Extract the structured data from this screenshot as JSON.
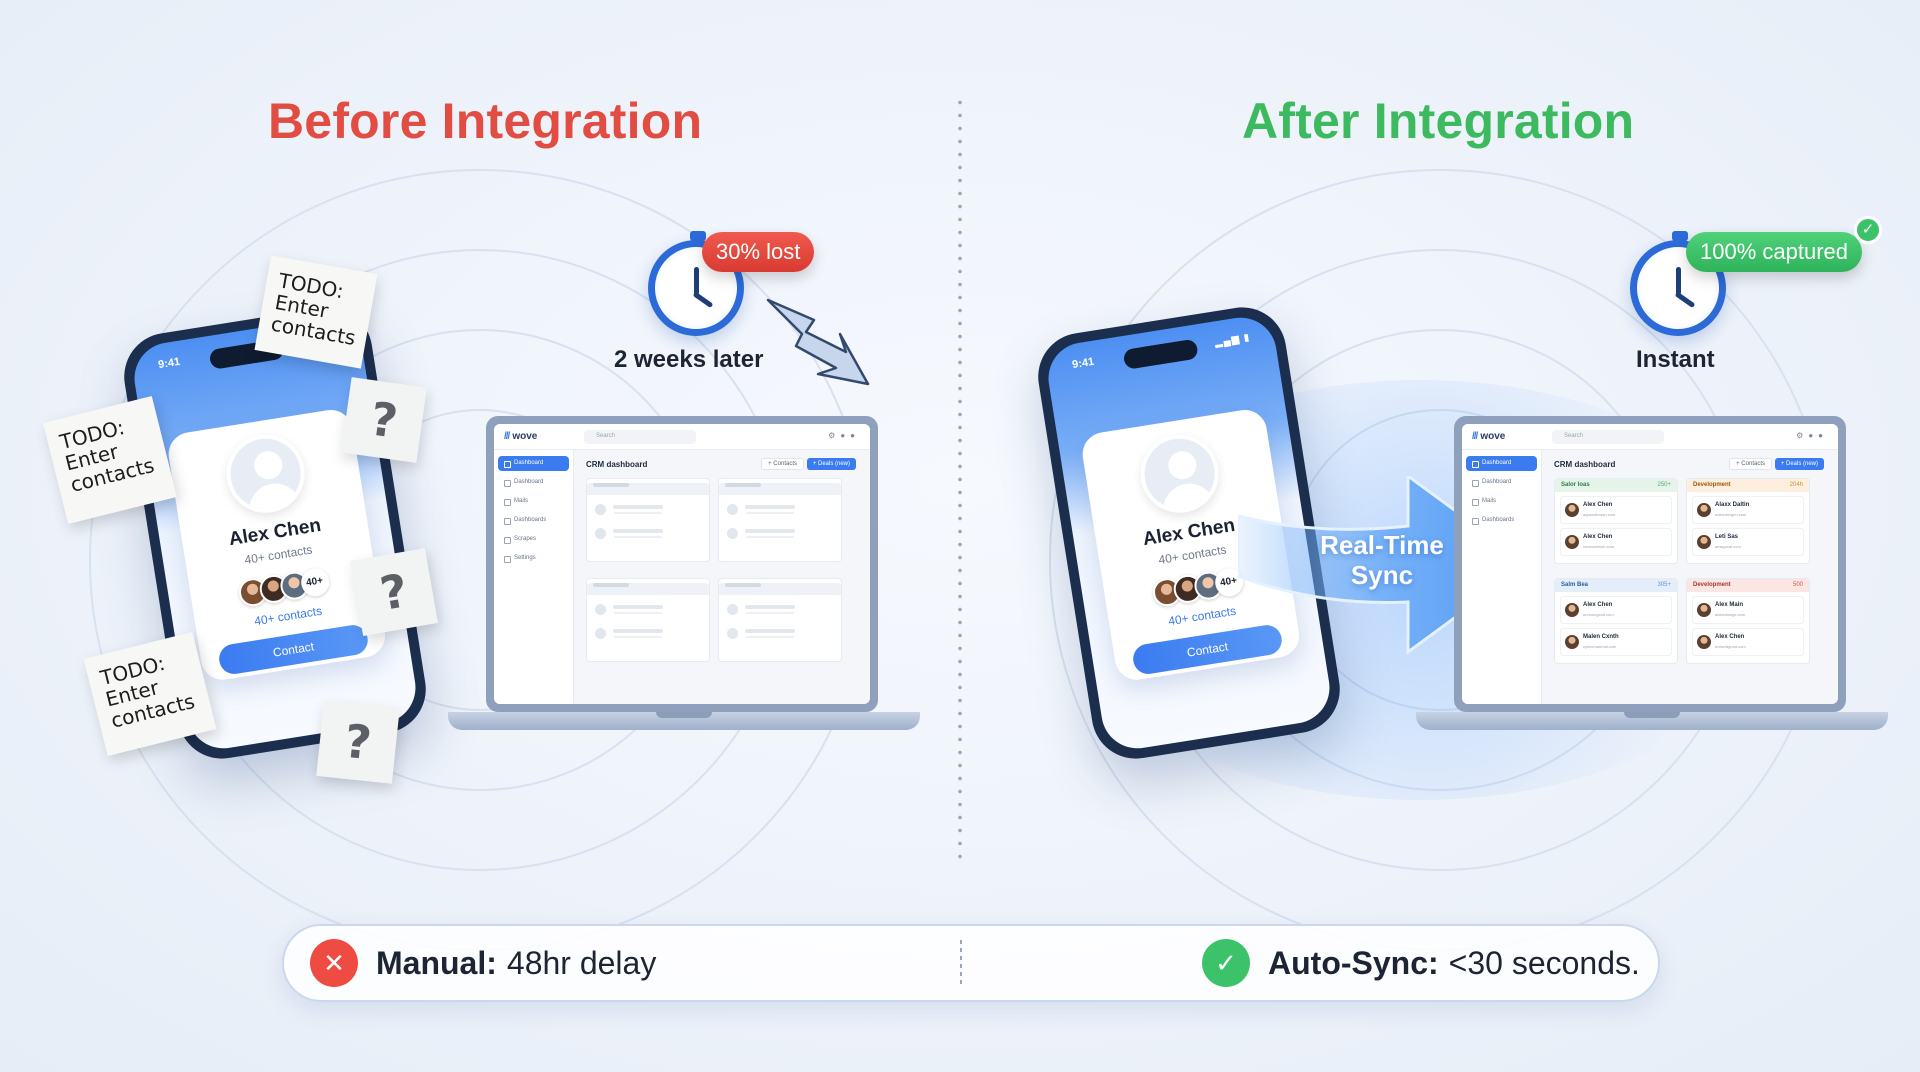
{
  "colors": {
    "before": "#e24d43",
    "after": "#3dba5f",
    "accent": "#3a7bf0"
  },
  "before": {
    "title": "Before Integration",
    "badge": "30% lost",
    "caption": "2 weeks later",
    "notes": [
      {
        "line1": "TODO:",
        "line2": "Enter",
        "line3": "contacts"
      },
      {
        "line1": "TODO:",
        "line2": "Enter",
        "line3": "contacts"
      },
      {
        "line1": "TODO:",
        "line2": "Enter",
        "line3": "contacts"
      }
    ],
    "question_mark": "?"
  },
  "after": {
    "title": "After Integration",
    "badge": "100% captured",
    "caption": "Instant",
    "sync_label_line1": "Real-Time",
    "sync_label_line2": "Sync"
  },
  "phone": {
    "time": "9:41",
    "name": "Alex Chen",
    "subtitle": "40+ contacts",
    "avatar_count": "40+",
    "link": "40+ contacts",
    "button": "Contact"
  },
  "crm": {
    "logo": "wove",
    "search_placeholder": "Search",
    "sidebar": [
      "Dashboard",
      "Dashboard",
      "Mails",
      "Dashboards",
      "Scrapes",
      "Settings"
    ],
    "after_sidebar": [
      "Dashboard",
      "Dashboard",
      "Mails",
      "Dashboards"
    ],
    "title": "CRM dashboard",
    "btn_contacts": "+ Contacts",
    "btn_new": "+ Deals (new)",
    "groups": [
      {
        "name": "Salor loas",
        "count": "250+",
        "rows": [
          {
            "name": "Alex Chen",
            "email": "aqunndlowsn.com"
          },
          {
            "name": "Alex Chen",
            "email": "comnonlwnh.com"
          }
        ]
      },
      {
        "name": "Development",
        "count": "204h",
        "rows": [
          {
            "name": "Alaxx Daltin",
            "email": "adelcdovgen.com"
          },
          {
            "name": "Leti Sas",
            "email": "amsgoval.com"
          }
        ]
      },
      {
        "name": "Salm Bea",
        "count": "305+",
        "rows": [
          {
            "name": "Alex Chen",
            "email": "unnooogcod.com"
          },
          {
            "name": "Malen Cxnth",
            "email": "cylnnenanmal.com"
          }
        ]
      },
      {
        "name": "Development",
        "count": "500",
        "rows": [
          {
            "name": "Alex Main",
            "email": "adelcdolnge.com"
          },
          {
            "name": "Alex Chen",
            "email": "nnewrdgnod.com"
          }
        ]
      }
    ]
  },
  "bottom": {
    "manual_label": "Manual:",
    "manual_value": "48hr delay",
    "auto_label": "Auto-Sync:",
    "auto_value": "<30 seconds."
  },
  "icons": {
    "x": "✕",
    "check": "✓"
  }
}
